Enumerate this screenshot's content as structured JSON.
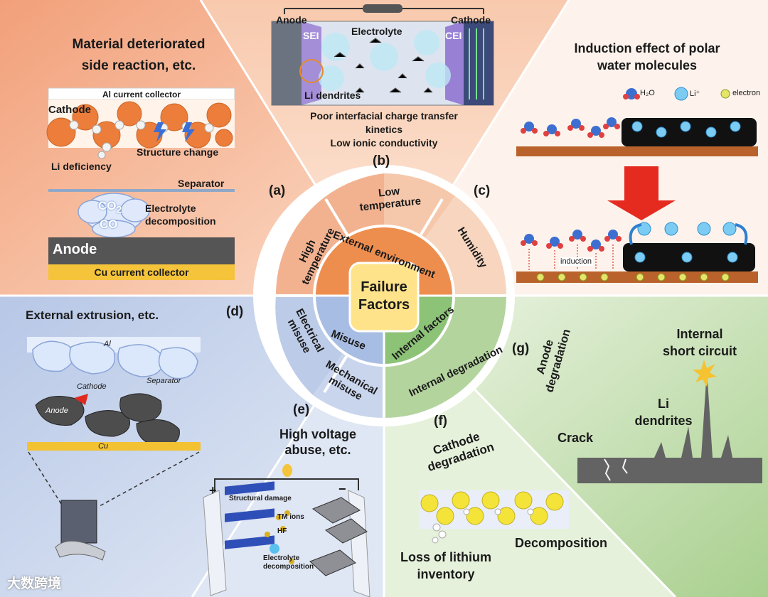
{
  "center": {
    "line1": "Failure",
    "line2": "Factors"
  },
  "inner_ring": {
    "external": "External environment",
    "misuse": "Misuse",
    "internal": "Internal factors"
  },
  "outer_ring": {
    "high_temp": [
      "High",
      "temperature"
    ],
    "low_temp": [
      "Low",
      "temperature"
    ],
    "humidity": "Humidity",
    "electrical": [
      "Electrical",
      "misuse"
    ],
    "mechanical": [
      "Mechanical",
      "misuse"
    ],
    "internal_deg": "Internal degradation"
  },
  "panel_a": {
    "letter": "(a)",
    "title1": "Material deteriorated",
    "title2": "side reaction, etc.",
    "al_collector": "Al current collector",
    "cathode": "Cathode",
    "structure_change": "Structure change",
    "li_deficiency": "Li deficiency",
    "separator": "Separator",
    "co2": "CO",
    "co2_sub": "2",
    "co": "CO",
    "electrolyte1": "Electrolyte",
    "electrolyte2": "decomposition",
    "anode": "Anode",
    "cu_collector": "Cu current collector"
  },
  "panel_b": {
    "letter": "(b)",
    "anode": "Anode",
    "cathode": "Cathode",
    "sei": "SEI",
    "cei": "CEI",
    "electrolyte": "Electrolyte",
    "dendrites": "Li dendrites",
    "caption1": "Poor interfacial charge transfer",
    "caption2": "kinetics",
    "caption3": "Low ionic conductivity"
  },
  "panel_c": {
    "letter": "(c)",
    "title1": "Induction effect of polar",
    "title2": "water molecules",
    "legend_h2o": "H₂O",
    "legend_li": "Li⁺",
    "legend_electron": "electron",
    "induction": "induction"
  },
  "panel_d": {
    "letter": "(d)",
    "title": "External extrusion, etc.",
    "al": "Al",
    "cathode": "Cathode",
    "separator": "Separator",
    "anode": "Anode",
    "cu": "Cu"
  },
  "panel_e": {
    "letter": "(e)",
    "title1": "High voltage",
    "title2": "abuse, etc.",
    "structural_damage": "Structural damage",
    "tm_ions": "TM ions",
    "hf": "HF",
    "electrolyte1": "Electrolyte",
    "electrolyte2": "decomposition",
    "plus": "+",
    "minus": "−"
  },
  "panel_f": {
    "letter": "(f)",
    "title1": "Cathode",
    "title2": "degradation",
    "loss1": "Loss of lithium",
    "loss2": "inventory",
    "decomposition": "Decomposition"
  },
  "panel_g": {
    "letter": "(g)",
    "anode_deg1": "Anode",
    "anode_deg2": "degradation",
    "isc1": "Internal",
    "isc2": "short circuit",
    "dendrites1": "Li",
    "dendrites2": "dendrites",
    "crack": "Crack"
  },
  "watermark": "大数跨境",
  "colors": {
    "orange_panel": "#f4c0a0",
    "blue_panel": "#c9d6ec",
    "green_panel": "#c9e0b4",
    "inner_orange": "#f09a5c",
    "inner_blue": "#a9bde0",
    "inner_green": "#8fc47c",
    "center_yellow": "#ffe48a"
  }
}
